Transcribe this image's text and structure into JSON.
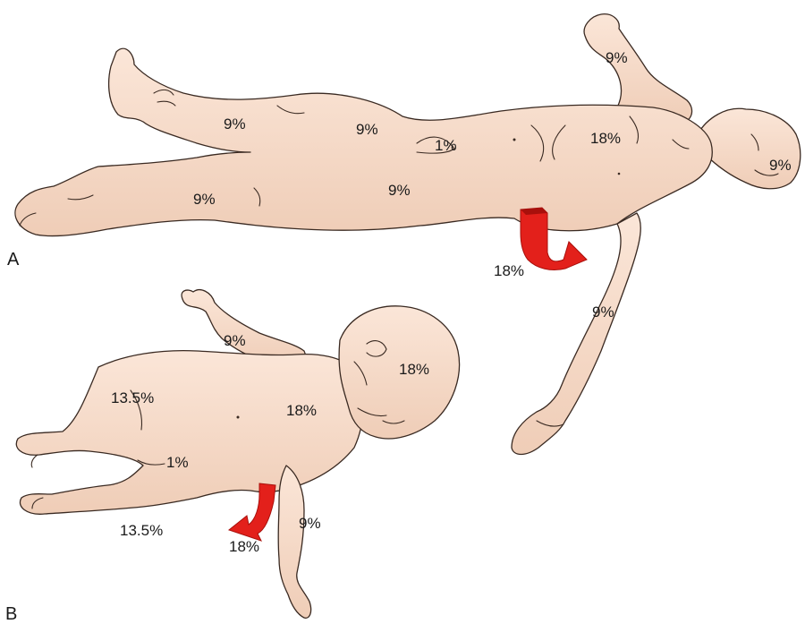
{
  "figure": {
    "panel_a": {
      "letter": "A",
      "labels": {
        "right_arm_upper": "9%",
        "head": "9%",
        "front_trunk": "18%",
        "left_leg_upper": "9%",
        "left_thigh": "9%",
        "perineum": "1%",
        "right_leg_lower": "9%",
        "right_thigh": "9%",
        "back_trunk": "18%",
        "left_arm": "9%"
      }
    },
    "panel_b": {
      "letter": "B",
      "labels": {
        "arm_upper": "9%",
        "head": "18%",
        "left_leg": "13.5%",
        "trunk": "18%",
        "perineum": "1%",
        "right_leg": "13.5%",
        "back_trunk": "18%",
        "arm_lower": "9%"
      }
    }
  },
  "colors": {
    "skin": "#f7dccb",
    "outline": "#3a2a22",
    "arrow": "#e3201b",
    "arrow_dark": "#a8100c"
  }
}
